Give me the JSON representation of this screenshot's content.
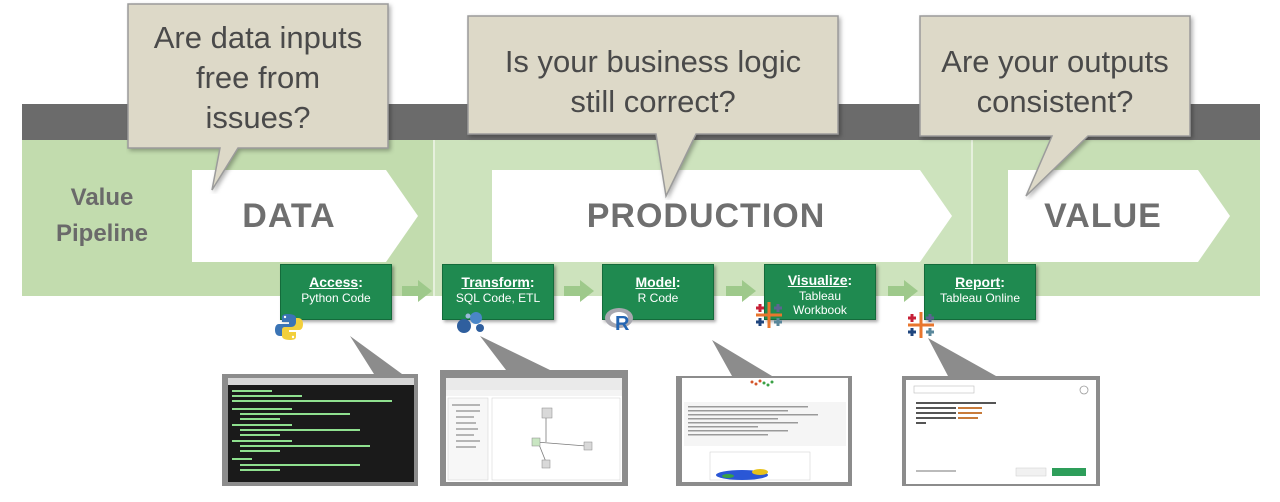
{
  "pipeline_label": [
    "Value",
    "Pipeline"
  ],
  "stages": {
    "data": "DATA",
    "production": "PRODUCTION",
    "value": "VALUE"
  },
  "bubbles": {
    "data": [
      "Are data inputs",
      "free from",
      "issues?"
    ],
    "production": [
      "Is your business logic",
      "still correct?"
    ],
    "value": [
      "Are your outputs",
      "consistent?"
    ]
  },
  "steps": [
    {
      "title": "Access",
      "sub": [
        "Python Code"
      ]
    },
    {
      "title": "Transform",
      "sub": [
        "SQL Code, ETL"
      ]
    },
    {
      "title": "Model",
      "sub": [
        "R Code"
      ]
    },
    {
      "title": "Visualize",
      "sub": [
        "Tableau",
        "Workbook"
      ]
    },
    {
      "title": "Report",
      "sub": [
        "Tableau Online"
      ]
    }
  ],
  "colors": {
    "step_green": "#1f8a50",
    "band_green": "#c2dcae",
    "bubble_fill": "#ddd9c8",
    "callout_gray": "#8c8c8c",
    "dark_bar": "#6b6b6b"
  },
  "icons": [
    "python-logo-icon",
    "etl-tool-icon",
    "r-logo-icon",
    "tableau-logo-icon",
    "tableau-logo-icon"
  ]
}
